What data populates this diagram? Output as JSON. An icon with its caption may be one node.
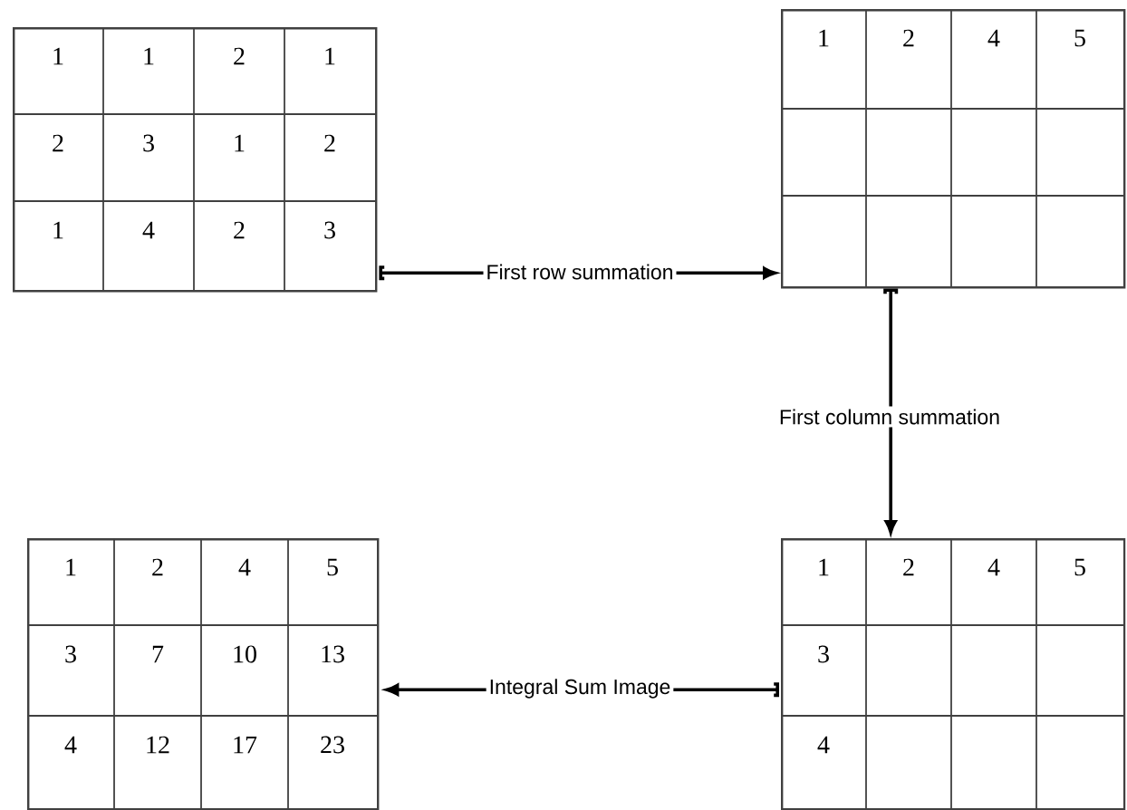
{
  "diagram": {
    "nodes": [
      {
        "text": [],
        "shape": "box"
      },
      {
        "text": [],
        "shape": "box"
      },
      {
        "text": [],
        "shape": "box"
      },
      {
        "text": [],
        "shape": "box"
      }
    ],
    "edges": [
      {
        "from": 0,
        "to": 1,
        "arrow": "to",
        "label": "First row summation"
      },
      {
        "from": 1,
        "to": 3,
        "arrow": "to",
        "label": "First column summation"
      },
      {
        "from": 3,
        "to": 2,
        "arrow": "to",
        "label": "Integral Sum Image"
      }
    ],
    "labels": [
      "1",
      "1",
      "2",
      "1",
      "2",
      "3",
      "1",
      "2",
      "1",
      "4",
      "2",
      "3",
      "1",
      "2",
      "4",
      "5",
      "1",
      "2",
      "4",
      "5",
      "3",
      "7",
      "10",
      "13",
      "4",
      "12",
      "17",
      "23",
      "1",
      "2",
      "4",
      "5",
      "3",
      "4"
    ]
  }
}
